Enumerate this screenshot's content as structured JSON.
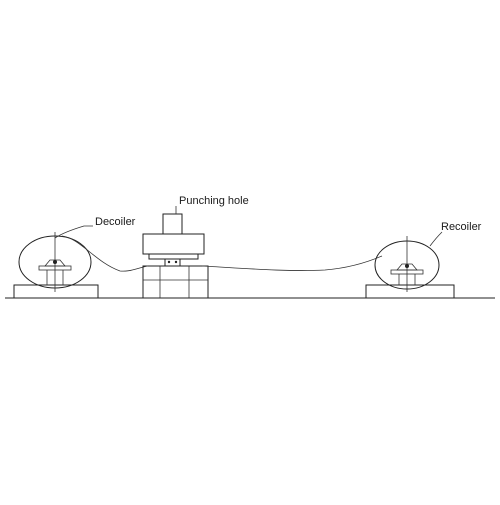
{
  "labels": {
    "decoiler": "Decoiler",
    "punching": "Punching hole",
    "recoiler": "Recoiler"
  },
  "colors": {
    "line": "#222222",
    "background": "#ffffff"
  }
}
